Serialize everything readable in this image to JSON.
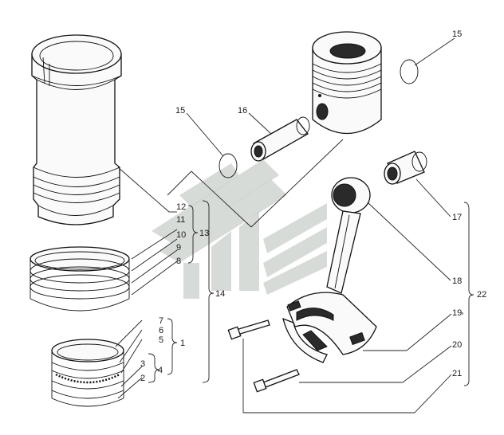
{
  "labels": {
    "l1": "1",
    "l2": "2",
    "l3": "3",
    "l4": "4",
    "l5": "5",
    "l6": "6",
    "l7": "7",
    "l8": "8",
    "l9": "9",
    "l10": "10",
    "l11": "11",
    "l12": "12",
    "l13": "13",
    "l14": "14",
    "l15a": "15",
    "l15b": "15",
    "l16": "16",
    "l17": "17",
    "l18": "18",
    "l19": "19",
    "l20": "20",
    "l21": "21",
    "l22": "22"
  },
  "colors": {
    "line": "#222222",
    "watermark": "#c9cfc9",
    "background": "#ffffff"
  }
}
